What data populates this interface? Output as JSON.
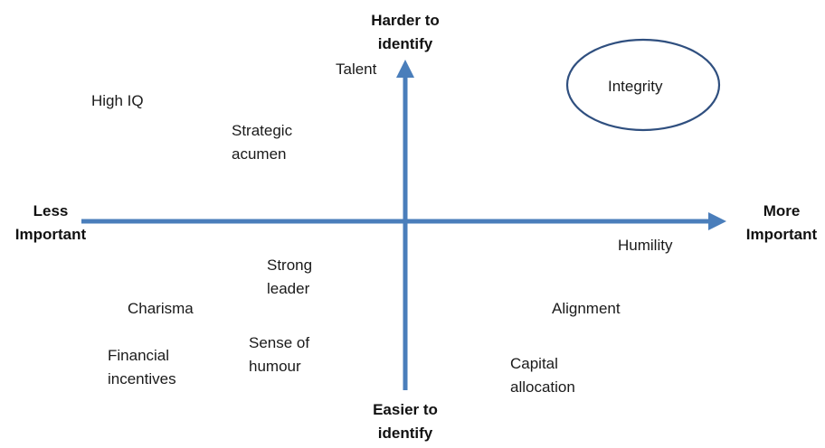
{
  "axes": {
    "top": "Harder to\nidentify",
    "bottom": "Easier to\nidentify",
    "left": "Less\nImportant",
    "right": "More\nImportant"
  },
  "items": {
    "talent": "Talent",
    "high_iq": "High IQ",
    "strategic_acumen": "Strategic\nacumen",
    "integrity": "Integrity",
    "humility": "Humility",
    "strong_leader": "Strong\nleader",
    "charisma": "Charisma",
    "alignment": "Alignment",
    "sense_of_humour": "Sense of\nhumour",
    "financial_incentives": "Financial\nincentives",
    "capital_allocation": "Capital\nallocation"
  },
  "colors": {
    "axis": "#4a7ebb",
    "ellipse_stroke": "#2f4f7f"
  }
}
